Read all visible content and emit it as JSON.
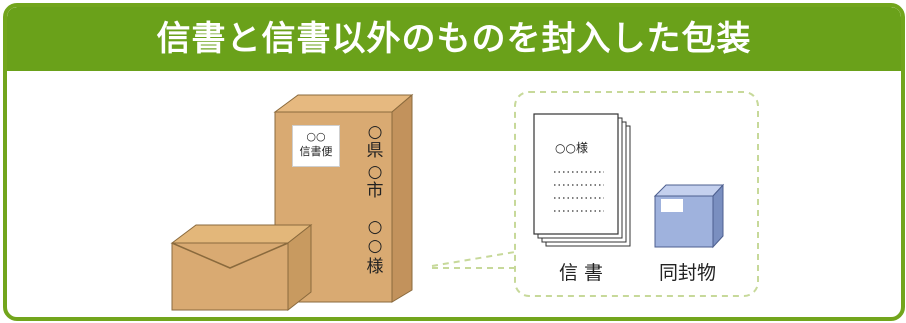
{
  "header": {
    "title": "信書と信書以外のものを封入した包装"
  },
  "box": {
    "sticker_line1": "○○",
    "sticker_line2": "信書便",
    "address_chars": [
      "○",
      "県",
      "○",
      "市",
      "○",
      "○",
      "様"
    ]
  },
  "letter": {
    "addressee": "○○様",
    "label": "信 書"
  },
  "enclosure": {
    "label": "同封物"
  },
  "colors": {
    "frame": "#72a51c",
    "title_bar": "#6aa11a",
    "parcel": "#d9aa72",
    "parcel_top": "#e6b980",
    "parcel_side": "#c2925c",
    "book_front": "#9fb2dd",
    "book_side": "#7a8fc0",
    "callout_dash": "#c7d99a"
  }
}
